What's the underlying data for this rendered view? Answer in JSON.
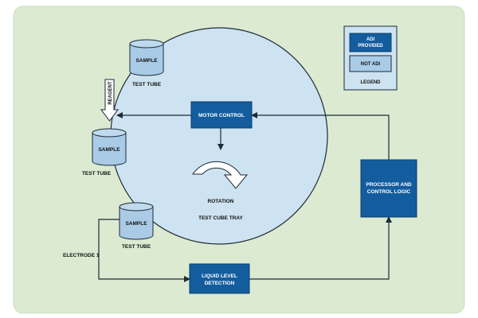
{
  "colors": {
    "panel": "#dbead1",
    "panel_border": "#cbdcbf",
    "tray_fill": "#cde3f1",
    "adi_fill": "#135d9e",
    "adi_stroke": "#0b3f6f",
    "not_adi_fill": "#a9cbe6",
    "legend_fill": "#cde3f1",
    "line": "#1e2a36",
    "text_dark": "#111111",
    "text_light": "#ffffff"
  },
  "blocks": {
    "motor_control": "MOTOR CONTROL",
    "processor": [
      "PROCESSOR AND",
      "CONTROL LOGIC"
    ],
    "liquid_level": [
      "LIQUID LEVEL",
      "DETECTION"
    ]
  },
  "tubes": [
    {
      "sample_label": "SAMPLE",
      "caption": "TEST TUBE"
    },
    {
      "sample_label": "SAMPLE",
      "caption": "TEST TUBE"
    },
    {
      "sample_label": "SAMPLE",
      "caption": "TEST TUBE"
    }
  ],
  "labels": {
    "reagent": "REAGENT",
    "rotation": "ROTATION",
    "tray": "TEST CUBE TRAY",
    "electrode": "ELECTRODE 1"
  },
  "legend": {
    "adi": [
      "ADI",
      "PROVIDED"
    ],
    "not_adi": "NOT ADI",
    "title": "LEGEND"
  }
}
